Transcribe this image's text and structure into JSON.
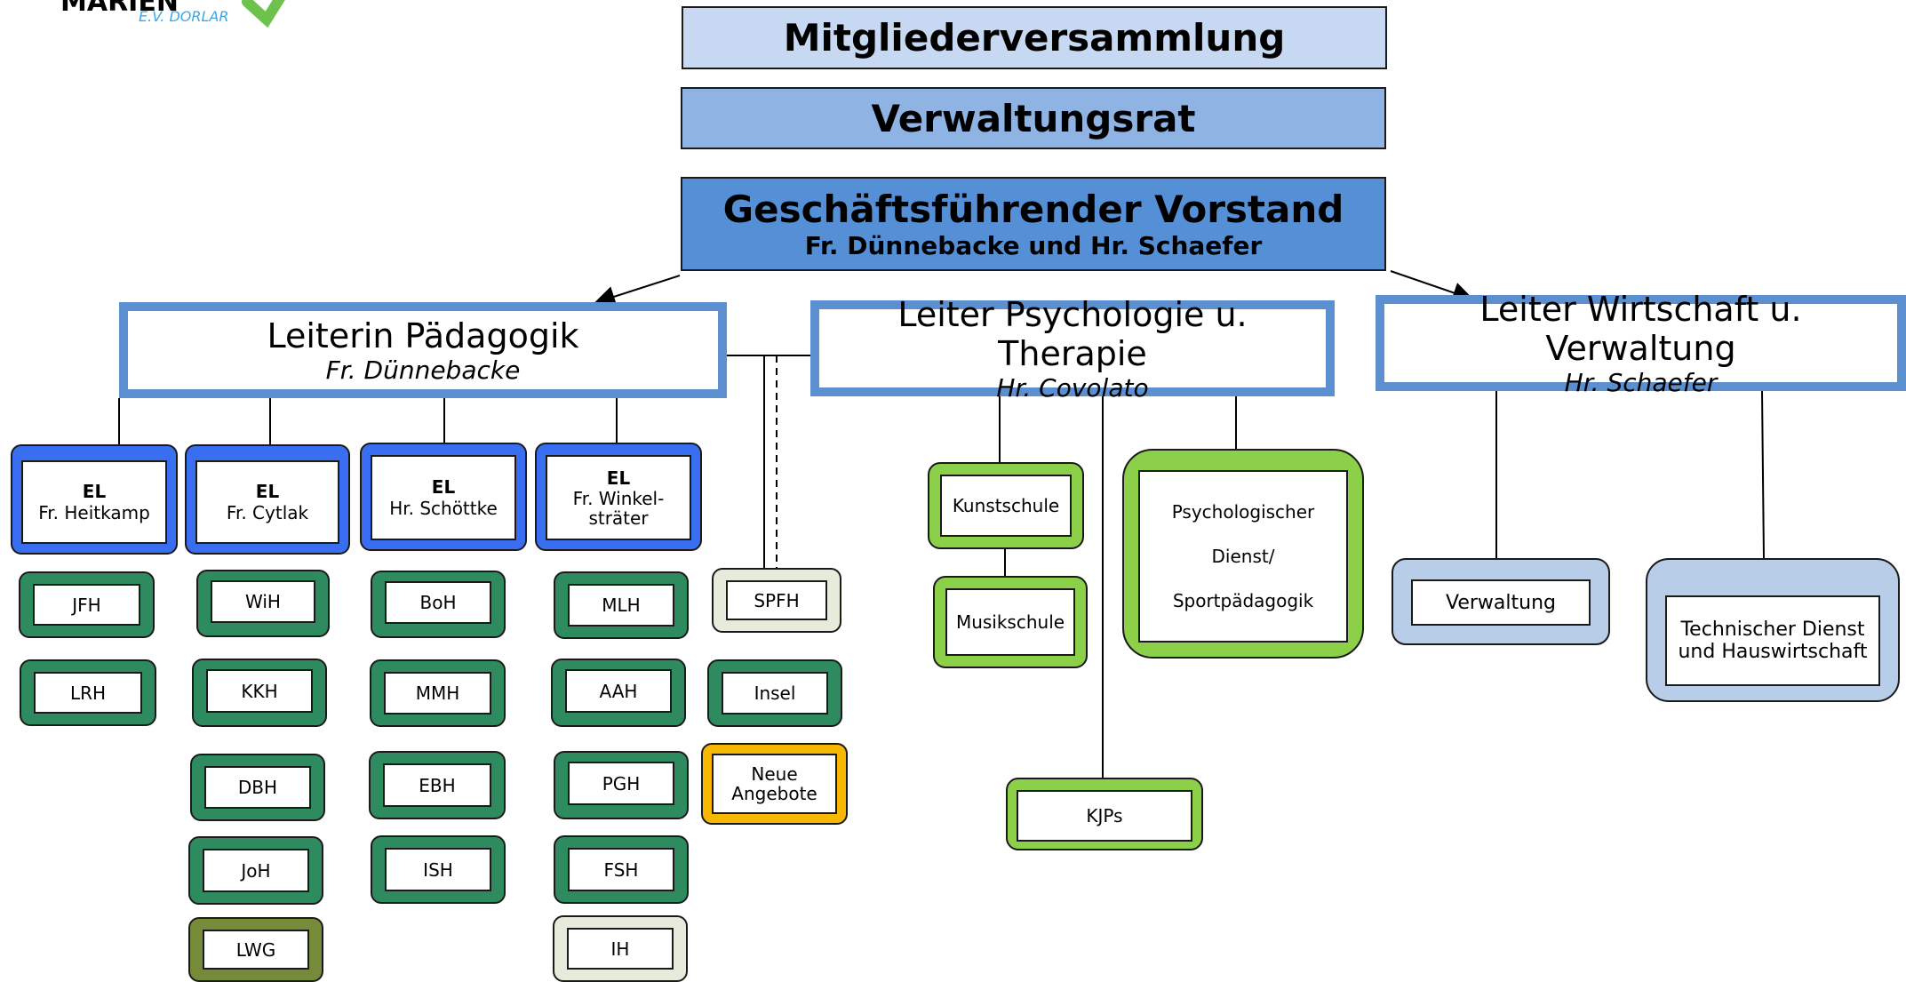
{
  "logo": {
    "text_main": "MARIEN",
    "text_sub": "E.V. DORLAR"
  },
  "top": {
    "assembly": "Mitgliederversammlung",
    "board": "Verwaltungsrat",
    "exec_title": "Geschäftsführender Vorstand",
    "exec_names": "Fr. Dünnebacke und Hr. Schaefer"
  },
  "leads": {
    "pedagogy": {
      "title": "Leiterin Pädagogik",
      "name": "Fr. Dünnebacke"
    },
    "psychology": {
      "title": "Leiter Psychologie u. Therapie",
      "name": "Hr. Covolato"
    },
    "economy": {
      "title": "Leiter Wirtschaft u. Verwaltung",
      "name": "Hr. Schaefer"
    }
  },
  "el_units": [
    {
      "label": "EL",
      "name": "Fr. Heitkamp"
    },
    {
      "label": "EL",
      "name": "Fr. Cytlak"
    },
    {
      "label": "EL",
      "name": "Hr. Schöttke"
    },
    {
      "label": "EL",
      "name": "Fr. Winkel-\nsträter"
    }
  ],
  "col1": [
    "JFH",
    "LRH"
  ],
  "col2": [
    "WiH",
    "KKH",
    "DBH",
    "JoH",
    "LWG"
  ],
  "col3": [
    "BoH",
    "MMH",
    "EBH",
    "ISH"
  ],
  "col4": [
    "MLH",
    "AAH",
    "PGH",
    "FSH",
    "IH"
  ],
  "col5": [
    "SPFH",
    "Insel",
    "Neue\nAngebote"
  ],
  "psy_units": {
    "kunst": "Kunstschule",
    "musik": "Musikschule",
    "psych": "Psychologischer\n\nDienst/\n\nSportpädagogik",
    "kjps": "KJPs"
  },
  "eco_units": {
    "verwaltung": "Verwaltung",
    "technik": "Technischer Dienst\nund Hauswirtschaft"
  },
  "colors": {
    "assembly_bg": "#c7d9f2",
    "board_bg": "#8fb3e3",
    "exec_bg": "#5590d6",
    "lead_border": "#5b8fd0",
    "el_blue": "#3a6ef0",
    "green": "#2e8b5f",
    "olive": "#768b3a",
    "cream": "#e6ebdb",
    "amber": "#f6b800",
    "lime": "#8cd04a",
    "pale_blue": "#b8cde8"
  }
}
